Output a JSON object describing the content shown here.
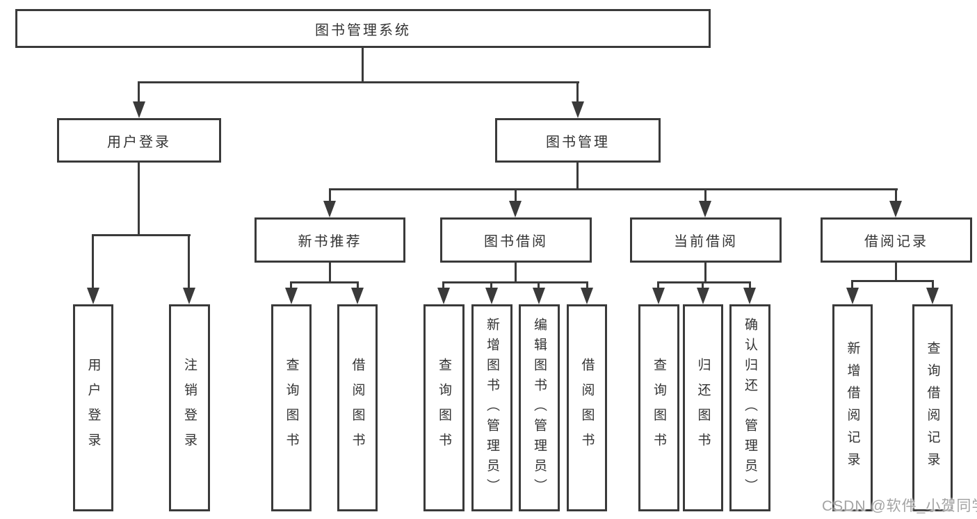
{
  "diagram": {
    "type": "tree-structure-diagram",
    "colors": {
      "line": "#3a3a3a",
      "box_border": "#3a3a3a",
      "box_fill": "#ffffff",
      "text": "#333333",
      "watermark": "#a3a3a3",
      "background": "#ffffff"
    },
    "tree": {
      "root": "图书管理系统",
      "level2": [
        "用户登录",
        "图书管理"
      ],
      "level3": [
        "新书推荐",
        "图书借阅",
        "当前借阅",
        "借阅记录"
      ],
      "leaves": {
        "user_login": [
          "用户登录",
          "注销登录"
        ],
        "new_book": [
          "查询图书",
          "借阅图书"
        ],
        "borrow": [
          "查询图书",
          "新增图书（管理员）",
          "编辑图书（管理员）",
          "借阅图书"
        ],
        "current": [
          "查询图书",
          "归还图书",
          "确认归还（管理员）"
        ],
        "record": [
          "新增借阅记录",
          "查询借阅记录"
        ]
      }
    },
    "watermark": "CSDN @软件_小贺同学"
  }
}
